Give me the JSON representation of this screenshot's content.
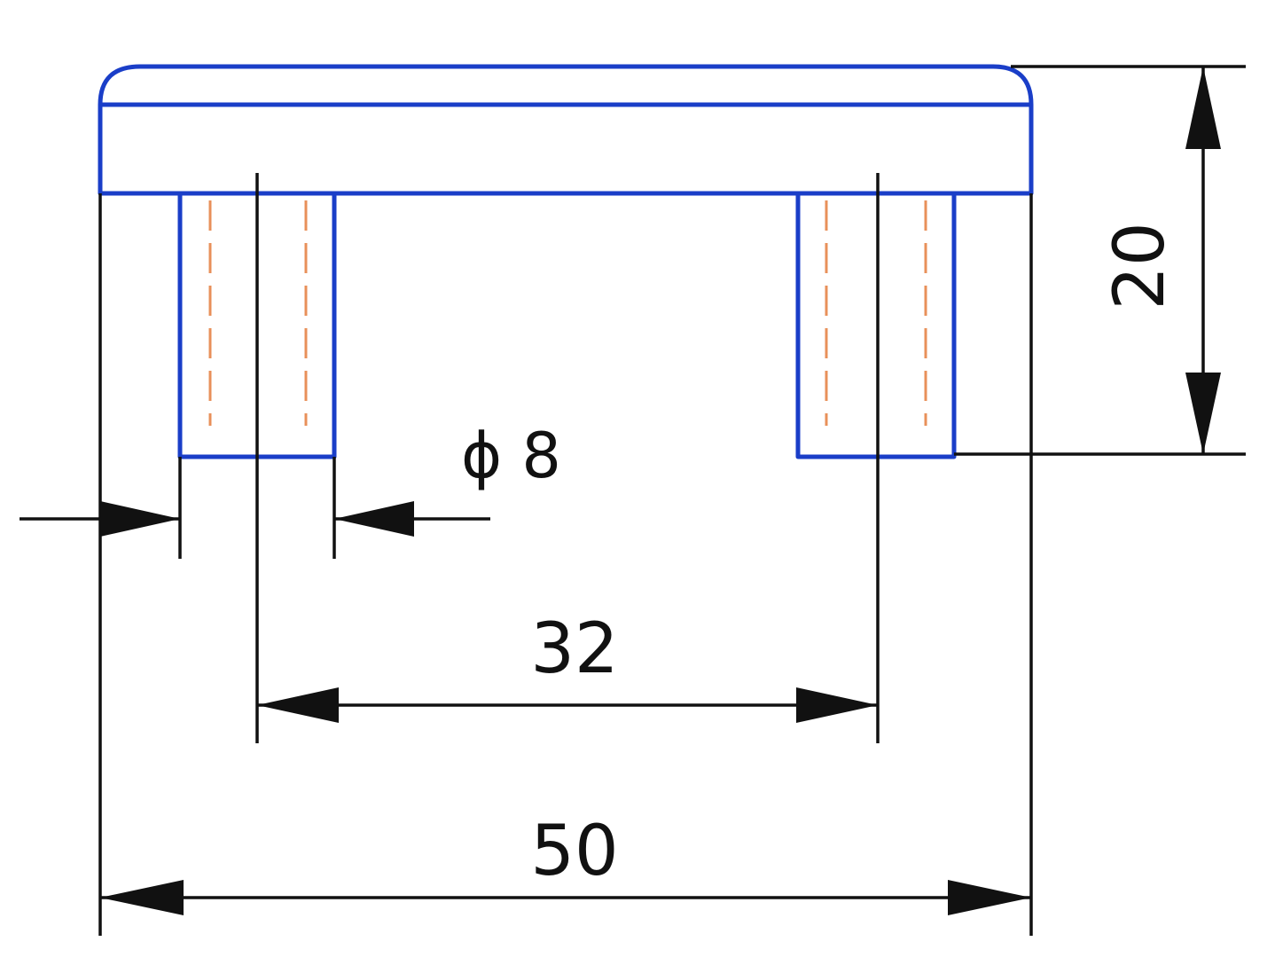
{
  "colors": {
    "outline": "#1a3ec8",
    "hidden_line": "#e8905a",
    "dimension": "#111111",
    "background": "#ffffff"
  },
  "dimensions": {
    "overall_width": "50",
    "hole_spacing": "32",
    "hole_diameter": "ϕ 8",
    "height": "20"
  }
}
